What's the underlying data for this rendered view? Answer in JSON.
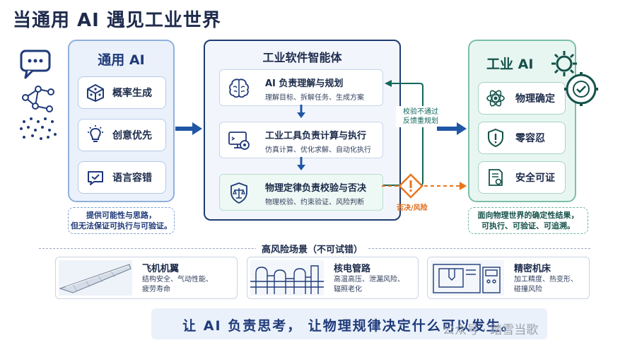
{
  "title": "当通用 AI 遇见工业世界",
  "general_ai": {
    "title": "通用 AI",
    "items": [
      {
        "label": "概率生成",
        "icon": "cube-dice-icon"
      },
      {
        "label": "创意优先",
        "icon": "lightbulb-icon"
      },
      {
        "label": "语言容错",
        "icon": "check-chat-bubble-icon"
      }
    ],
    "note_line1": "提供可能性与思路，",
    "note_line2": "但无法保证可执行与可验证。"
  },
  "agent": {
    "title": "工业软件智能体",
    "steps": [
      {
        "title": "AI 负责理解与规划",
        "subtitle": "理解目标、拆解任务、生成方案",
        "icon": "brain-icon"
      },
      {
        "title": "工业工具负责计算与执行",
        "subtitle": "仿真计算、优化求解、自动化执行",
        "icon": "computer-gear-icon"
      },
      {
        "title": "物理定律负责校验与否决",
        "subtitle": "物理校验、约束验证、风险判断",
        "icon": "shield-scale-icon"
      }
    ],
    "feedback_line1": "校验不通过",
    "feedback_line2": "反馈重规划",
    "reject_label": "否决/风险"
  },
  "industrial_ai": {
    "title": "工业 AI",
    "items": [
      {
        "label": "物理确定",
        "icon": "atom-icon"
      },
      {
        "label": "零容忍",
        "icon": "shield-alert-icon"
      },
      {
        "label": "安全可证",
        "icon": "certificate-icon"
      }
    ],
    "note_line1": "面向物理世界的确定性结果，",
    "note_line2": "可执行、可验证、可追溯。"
  },
  "scenarios": {
    "title": "高风险场景（不可试错）",
    "items": [
      {
        "title": "飞机机翼",
        "desc_line1": "结构安全、气动性能、",
        "desc_line2": "疲劳寿命",
        "icon": "aircraft-wing-icon"
      },
      {
        "title": "核电管路",
        "desc_line1": "高温高压、泄漏风险、",
        "desc_line2": "辐照老化",
        "icon": "nuclear-plant-icon"
      },
      {
        "title": "精密机床",
        "desc_line1": "加工精度、热变形、",
        "desc_line2": "碰撞风险",
        "icon": "cnc-machine-icon"
      }
    ]
  },
  "banner": "让 AI 负责思考， 让物理规律决定什么可以发生。",
  "watermark": "公众号 · 踏雪当歌",
  "colors": {
    "navy": "#1e3c72",
    "blue_arrow": "#1f56a6",
    "teal": "#12675a",
    "orange": "#e8761e"
  }
}
